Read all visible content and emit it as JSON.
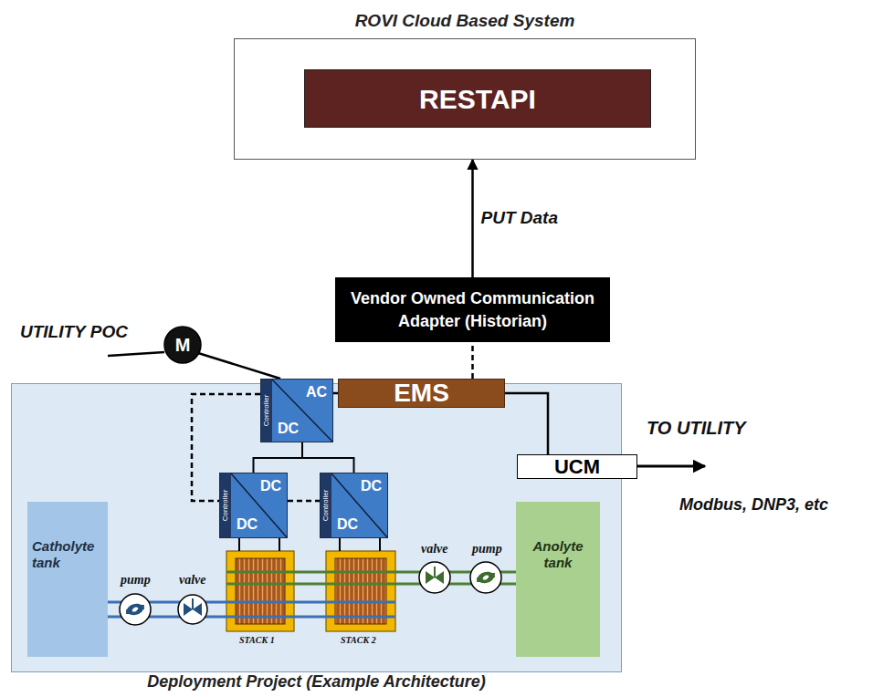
{
  "diagram": {
    "nodes": [
      {
        "text": [
          "ROVI Cloud Based System"
        ]
      },
      {
        "text": [
          "RESTAPI"
        ],
        "in": 0
      },
      {
        "text": [
          "Vendor Owned Communication Adapter (Historian)"
        ]
      },
      {
        "text": [
          "M"
        ]
      },
      {
        "text": [
          "Deployment Project (Example Architecture)"
        ]
      },
      {
        "text": [
          "Controller",
          "AC",
          "DC"
        ],
        "in": 4
      },
      {
        "text": [
          "EMS"
        ],
        "in": 4
      },
      {
        "text": [
          "UCM"
        ],
        "in": 4
      },
      {
        "text": [
          "Controller",
          "DC",
          "DC"
        ],
        "in": 4
      },
      {
        "text": [
          "Controller",
          "DC",
          "DC"
        ],
        "in": 4
      },
      {
        "text": [
          "Catholyte tank"
        ],
        "in": 4
      },
      {
        "text": [
          "Anolyte tank"
        ],
        "in": 4
      }
    ],
    "edges": [
      {
        "from": 2,
        "to": 0,
        "arrow": "to",
        "label": "PUT Data"
      },
      {
        "from": 6,
        "to": 2,
        "arrow": "none"
      },
      {
        "from": 3,
        "to": 5,
        "arrow": "none"
      },
      {
        "from": 5,
        "to": 6,
        "arrow": "none"
      },
      {
        "from": 6,
        "to": 7,
        "arrow": "none"
      },
      {
        "from": 5,
        "to": 8,
        "arrow": "none"
      },
      {
        "from": 5,
        "to": 9,
        "arrow": "none"
      },
      {
        "from": 5,
        "to": 8,
        "arrow": "none"
      },
      {
        "from": 8,
        "to": 9,
        "arrow": "none"
      }
    ],
    "labels": [
      "UTILITY POC",
      "TO UTILITY",
      "Modbus, DNP3, etc",
      "pump",
      "valve",
      "valve",
      "pump",
      "STACK 1",
      "STACK 2"
    ]
  }
}
